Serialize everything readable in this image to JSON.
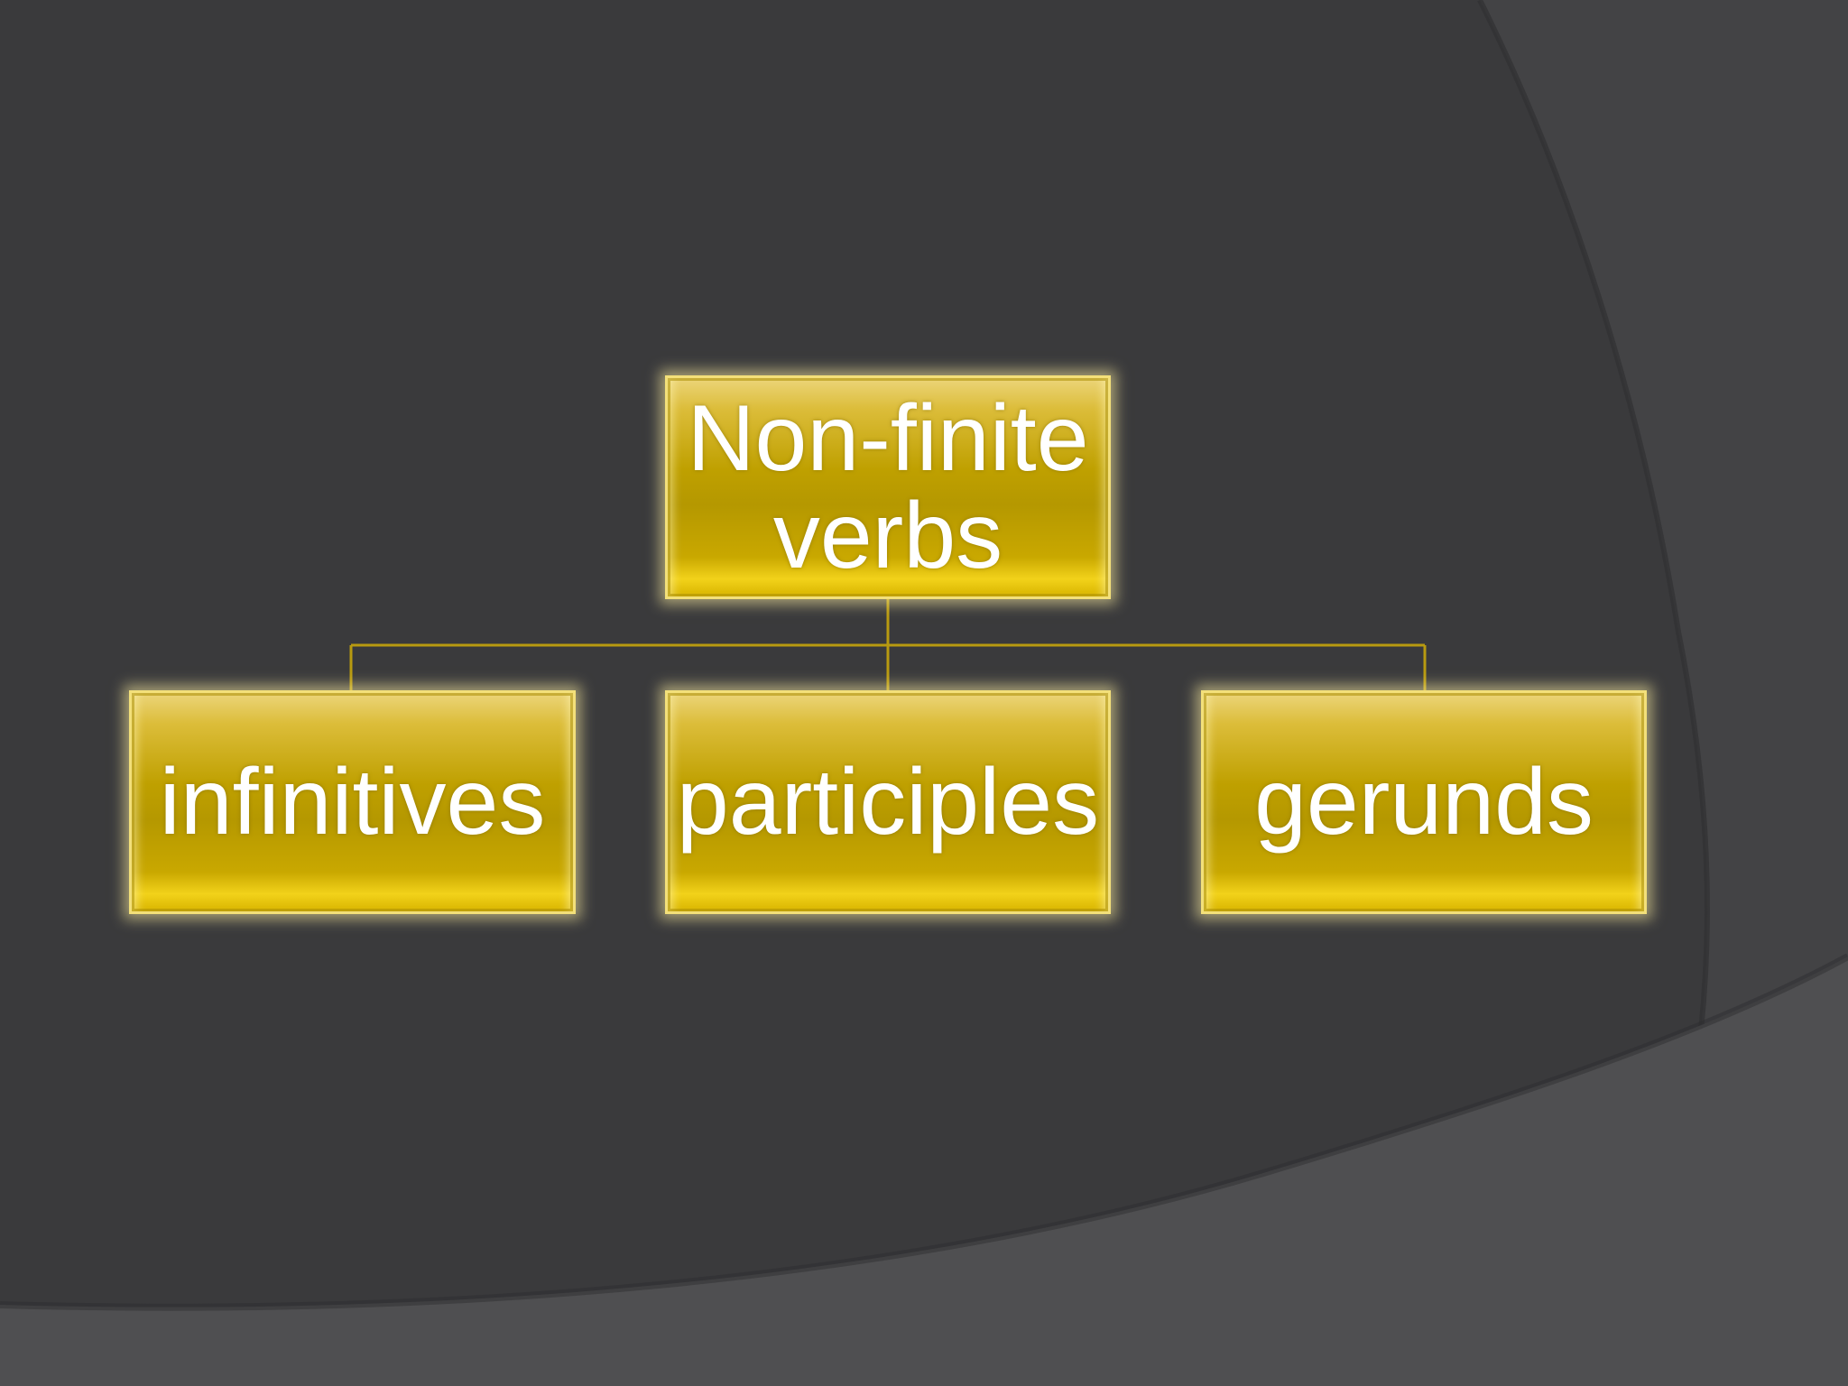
{
  "slide": {
    "background_color": "#3a3a3c",
    "accent_color": "#bfa000",
    "line_color": "#b89a10"
  },
  "hierarchy": {
    "root": {
      "line1": "Non-finite",
      "line2": "verbs"
    },
    "children": [
      {
        "label": "infinitives"
      },
      {
        "label": "participles"
      },
      {
        "label": "gerunds"
      }
    ]
  }
}
